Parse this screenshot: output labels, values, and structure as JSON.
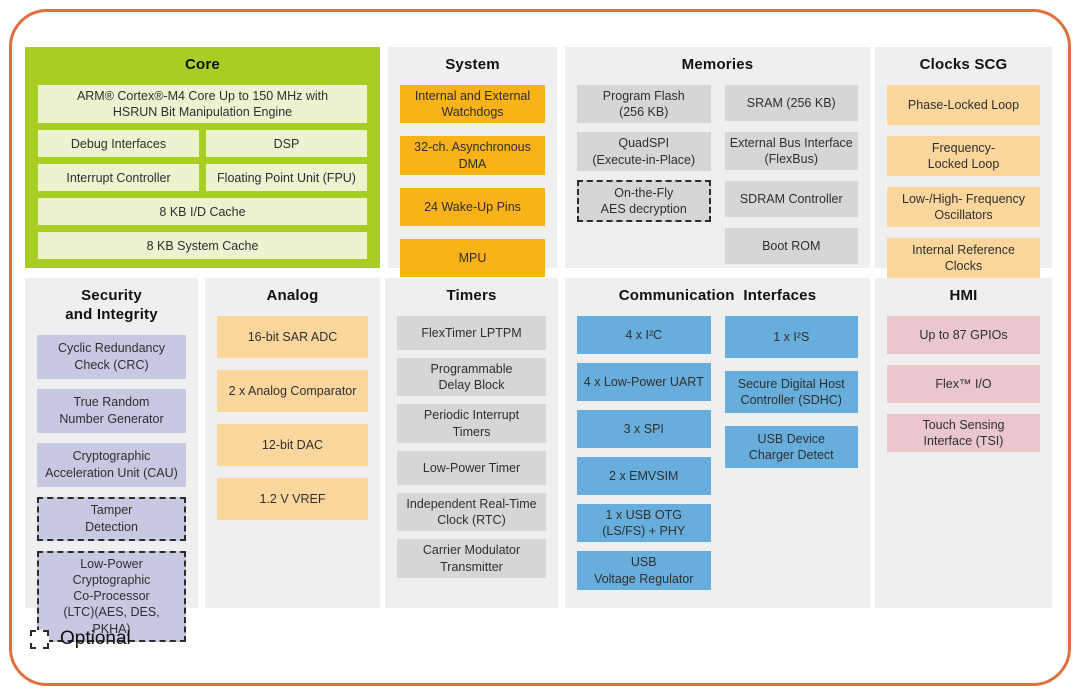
{
  "palette": {
    "frame_border": "#e0703f",
    "core_bg": "#a8ce24",
    "core_block": "#edf2d0",
    "panel_bg": "#efefef",
    "orange": "#f9b217",
    "light_orange": "#fbd79d",
    "gray_block": "#d6d6d6",
    "blue": "#68aedd",
    "lavender": "#c7c8e2",
    "pink": "#e9c7cc",
    "dashed_border": "#2b2b2b",
    "text": "#2f2f2f",
    "title": "#111111"
  },
  "legend": {
    "label": "Optional"
  },
  "sections": [
    {
      "id": "core",
      "title": "Core",
      "fill": "core_bg",
      "block_fill": "core_block",
      "layout": "rows",
      "rows": [
        [
          {
            "label": "ARM® Cortex®-M4 Core Up to 150 MHz with\nHSRUN Bit Manipulation Engine"
          }
        ],
        [
          {
            "label": "Debug Interfaces"
          },
          {
            "label": "DSP"
          }
        ],
        [
          {
            "label": "Interrupt Controller"
          },
          {
            "label": "Floating Point Unit (FPU)"
          }
        ],
        [
          {
            "label": "8 KB I/D Cache"
          }
        ],
        [
          {
            "label": "8 KB System Cache"
          }
        ]
      ]
    },
    {
      "id": "system",
      "title": "System",
      "fill": "panel_bg",
      "block_fill": "orange",
      "layout": "columns",
      "columns": [
        [
          {
            "label": "Internal and External\nWatchdogs"
          },
          {
            "label": "32-ch. Asynchronous\nDMA"
          },
          {
            "label": "24 Wake-Up Pins"
          },
          {
            "label": "MPU"
          }
        ]
      ]
    },
    {
      "id": "memories",
      "title": "Memories",
      "fill": "panel_bg",
      "block_fill": "gray_block",
      "layout": "columns",
      "columns": [
        [
          {
            "label": "Program Flash\n(256 KB)"
          },
          {
            "label": "QuadSPI\n(Execute-in-Place)"
          },
          {
            "label": "On-the-Fly\nAES decryption",
            "dashed": true
          }
        ],
        [
          {
            "label": "SRAM (256 KB)"
          },
          {
            "label": "External Bus Interface\n(FlexBus)"
          },
          {
            "label": "SDRAM Controller"
          },
          {
            "label": "Boot ROM"
          }
        ]
      ]
    },
    {
      "id": "clocks",
      "title": "Clocks SCG",
      "fill": "panel_bg",
      "block_fill": "light_orange",
      "layout": "columns",
      "columns": [
        [
          {
            "label": "Phase-Locked Loop"
          },
          {
            "label": "Frequency-\nLocked Loop"
          },
          {
            "label": "Low-/High- Frequency\nOscillators"
          },
          {
            "label": "Internal Reference\nClocks"
          }
        ]
      ]
    },
    {
      "id": "security",
      "title": "Security\nand Integrity",
      "fill": "panel_bg",
      "block_fill": "lavender",
      "layout": "columns",
      "columns": [
        [
          {
            "label": "Cyclic Redundancy\nCheck (CRC)"
          },
          {
            "label": "True Random\nNumber Generator"
          },
          {
            "label": "Cryptographic\nAcceleration Unit (CAU)"
          },
          {
            "label": "Tamper\nDetection",
            "dashed": true
          },
          {
            "label": "Low-Power Cryptographic\nCo-Processor\n(LTC)(AES, DES, PKHA)",
            "dashed": true
          }
        ]
      ]
    },
    {
      "id": "analog",
      "title": "Analog",
      "fill": "panel_bg",
      "block_fill": "light_orange",
      "layout": "columns",
      "columns": [
        [
          {
            "label": "16-bit SAR ADC"
          },
          {
            "label": "2 x Analog Comparator"
          },
          {
            "label": "12-bit DAC"
          },
          {
            "label": "1.2 V VREF"
          }
        ]
      ]
    },
    {
      "id": "timers",
      "title": "Timers",
      "fill": "panel_bg",
      "block_fill": "gray_block",
      "layout": "columns",
      "columns": [
        [
          {
            "label": "FlexTimer LPTPM"
          },
          {
            "label": "Programmable\nDelay Block"
          },
          {
            "label": "Periodic Interrupt\nTimers"
          },
          {
            "label": "Low-Power Timer"
          },
          {
            "label": "Independent Real-Time\nClock (RTC)"
          },
          {
            "label": "Carrier Modulator\nTransmitter"
          }
        ]
      ]
    },
    {
      "id": "comm",
      "title": "Communication  Interfaces",
      "fill": "panel_bg",
      "block_fill": "blue",
      "layout": "columns",
      "columns": [
        [
          {
            "label": "4 x I²C"
          },
          {
            "label": "4 x Low-Power UART"
          },
          {
            "label": "3 x SPI"
          },
          {
            "label": "2 x EMVSIM"
          },
          {
            "label": "1 x USB OTG\n(LS/FS) + PHY"
          },
          {
            "label": "USB\nVoltage Regulator"
          }
        ],
        [
          {
            "label": "1 x I²S"
          },
          {
            "label": "Secure Digital Host\nController (SDHC)"
          },
          {
            "label": "USB Device\nCharger Detect"
          }
        ]
      ]
    },
    {
      "id": "hmi",
      "title": "HMI",
      "fill": "panel_bg",
      "block_fill": "pink",
      "layout": "columns",
      "columns": [
        [
          {
            "label": "Up to 87 GPIOs"
          },
          {
            "label": "Flex™ I/O"
          },
          {
            "label": "Touch Sensing\nInterface (TSI)"
          }
        ]
      ]
    }
  ]
}
